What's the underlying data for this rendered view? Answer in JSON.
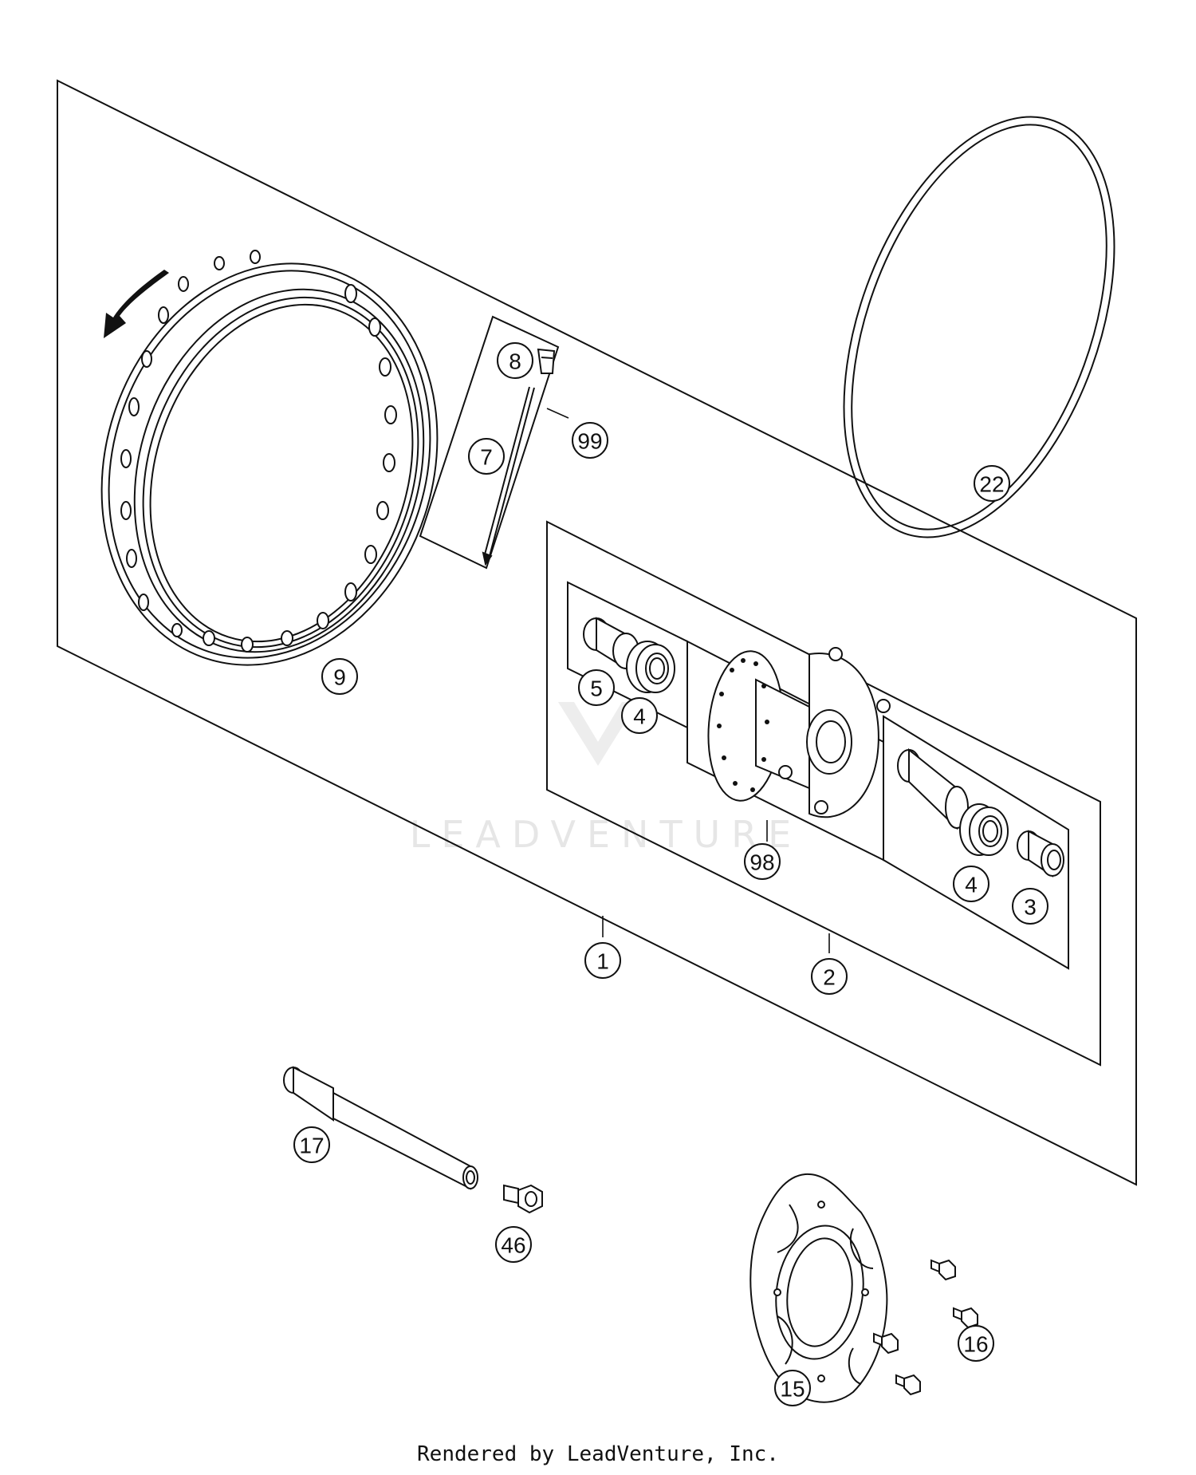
{
  "footer": {
    "credit": "Rendered by LeadVenture, Inc."
  },
  "watermark": {
    "text": "LEADVENTURE"
  },
  "callouts": [
    {
      "id": "8",
      "label": "8"
    },
    {
      "id": "99",
      "label": "99"
    },
    {
      "id": "7",
      "label": "7"
    },
    {
      "id": "22",
      "label": "22"
    },
    {
      "id": "9",
      "label": "9"
    },
    {
      "id": "5",
      "label": "5"
    },
    {
      "id": "4a",
      "label": "4"
    },
    {
      "id": "98",
      "label": "98"
    },
    {
      "id": "4b",
      "label": "4"
    },
    {
      "id": "3",
      "label": "3"
    },
    {
      "id": "1",
      "label": "1"
    },
    {
      "id": "2",
      "label": "2"
    },
    {
      "id": "17",
      "label": "17"
    },
    {
      "id": "46",
      "label": "46"
    },
    {
      "id": "16",
      "label": "16"
    },
    {
      "id": "15",
      "label": "15"
    }
  ],
  "colors": {
    "line": "#111111",
    "watermark": "#e6e6e6"
  }
}
